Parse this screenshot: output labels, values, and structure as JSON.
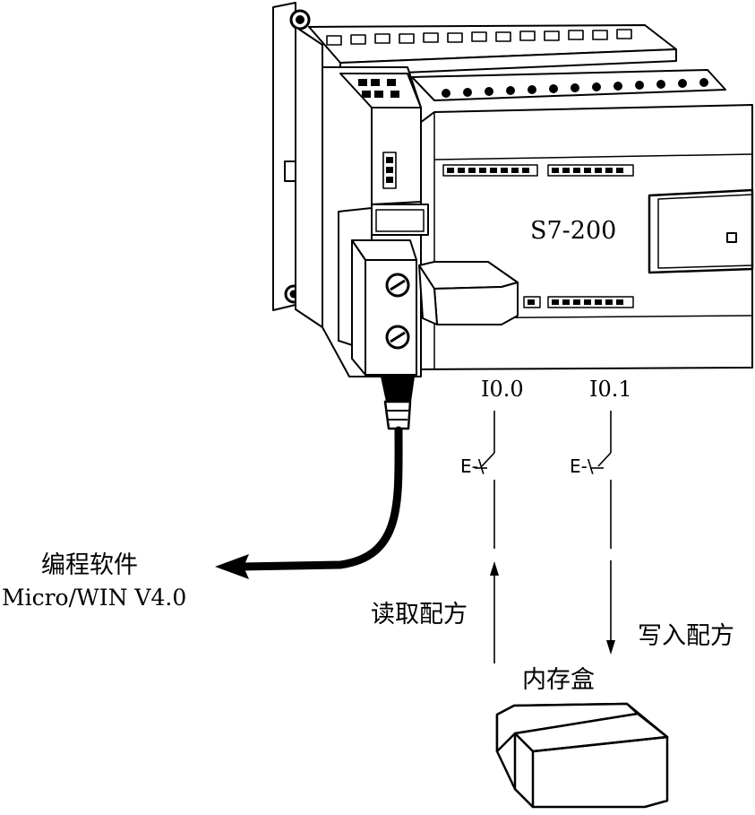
{
  "plc": {
    "model": "S7-200"
  },
  "inputs": [
    {
      "address": "I0.0",
      "switch_symbol": "E-\\",
      "action": "读取配方",
      "direction": "up"
    },
    {
      "address": "I0.1",
      "switch_symbol": "E-\\",
      "action": "写入配方",
      "direction": "down"
    }
  ],
  "software": {
    "line1": "编程软件",
    "line2": "Micro/WIN V4.0"
  },
  "memory_cartridge": {
    "label": "内存盒"
  }
}
